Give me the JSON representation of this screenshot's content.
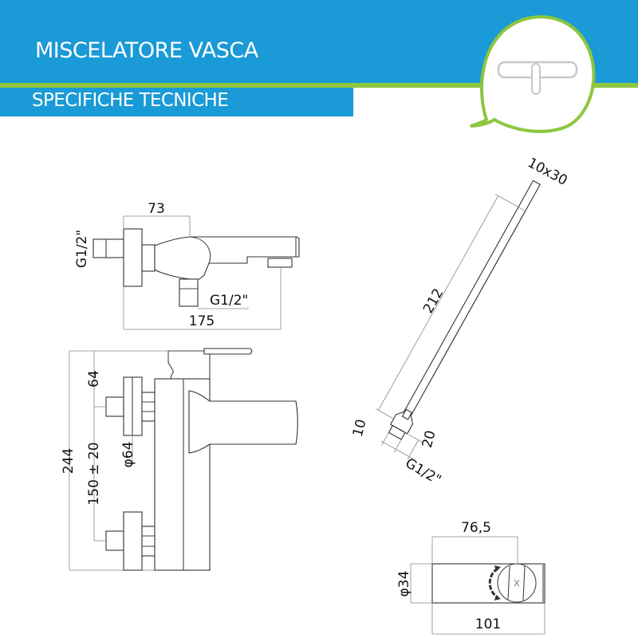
{
  "header": {
    "title": "MISCELATORE VASCA",
    "subtitle": "SPECIFICHE TECNICHE",
    "bubble_icon": "bath-mixer-icon",
    "colors": {
      "blue": "#1a9ad6",
      "green": "#8dc63f"
    }
  },
  "top_view": {
    "dim_depth_handle": "73",
    "dim_total_depth": "175",
    "wall_connection": "G1/2\"",
    "outlet_connection": "G1/2\""
  },
  "front_view": {
    "dim_height": "244",
    "dim_top_offset": "64",
    "dim_center_distance": "150 ± 20",
    "dim_flange_diameter": "φ64"
  },
  "shower_arm": {
    "dim_section": "10x30",
    "dim_length": "212",
    "dim_base_height": "10",
    "dim_base_width": "20",
    "connection": "G1/2\""
  },
  "handle_view": {
    "dim_handle_position": "76,5",
    "dim_length": "101",
    "dim_diameter": "φ34"
  }
}
